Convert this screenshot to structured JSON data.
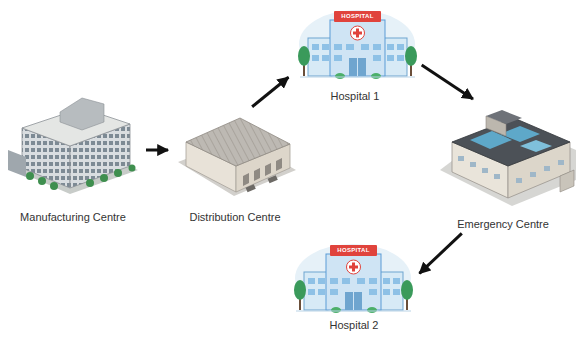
{
  "diagram": {
    "nodes": [
      {
        "text": [
          "Manufacturing Centre"
        ]
      },
      {
        "text": [
          "Distribution Centre"
        ]
      },
      {
        "text": [
          "Hospital 1"
        ]
      },
      {
        "text": [
          "Emergency Centre"
        ]
      },
      {
        "text": [
          "Hospital 2"
        ]
      }
    ],
    "edges": [
      {
        "from": 0,
        "to": 1,
        "arrow": "to"
      },
      {
        "from": 1,
        "to": 2,
        "arrow": "to"
      },
      {
        "from": 2,
        "to": 3,
        "arrow": "to"
      },
      {
        "from": 3,
        "to": 4,
        "arrow": "to"
      }
    ],
    "labels": [
      "HOSPITAL",
      "HOSPITAL"
    ]
  }
}
